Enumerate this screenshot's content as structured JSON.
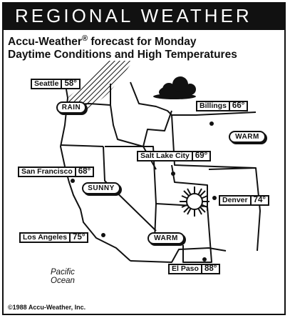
{
  "header": {
    "title": "REGIONAL WEATHER"
  },
  "subtitle": {
    "line1_pre": "Accu-Weather",
    "line1_mark": "®",
    "line1_post": "forecast for Monday",
    "line2": "Daytime Conditions and High Temperatures"
  },
  "cities": [
    {
      "name": "Seattle",
      "temp": "58°"
    },
    {
      "name": "Billings",
      "temp": "66°"
    },
    {
      "name": "Salt Lake City",
      "temp": "69°"
    },
    {
      "name": "San Francisco",
      "temp": "68°"
    },
    {
      "name": "Denver",
      "temp": "74°"
    },
    {
      "name": "Los Angeles",
      "temp": "75°"
    },
    {
      "name": "El Paso",
      "temp": "88°"
    }
  ],
  "conditions": {
    "rain": "RAIN",
    "warm_north": "WARM",
    "sunny": "SUNNY",
    "warm_south": "WARM"
  },
  "ocean": {
    "line1": "Pacific",
    "line2": "Ocean"
  },
  "copyright": "©1988 Accu-Weather, Inc.",
  "colors": {
    "ink": "#111111",
    "paper": "#ffffff"
  }
}
